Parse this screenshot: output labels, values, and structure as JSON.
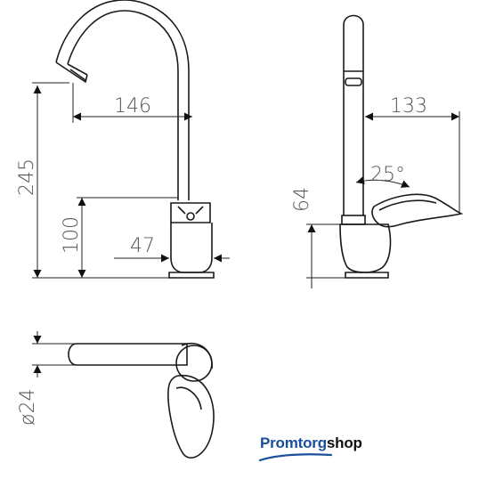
{
  "dimensions": {
    "d146": "146",
    "d245": "245",
    "d100": "100",
    "d47": "47",
    "d133": "133",
    "d64": "64",
    "d25deg": "25°",
    "d24": "ø24"
  },
  "brand": {
    "part1": "Promtorg",
    "part2": "shop"
  },
  "colors": {
    "line": "#1a1a1a",
    "dim_text": "#555555",
    "brand_blue": "#1a4f9c"
  }
}
